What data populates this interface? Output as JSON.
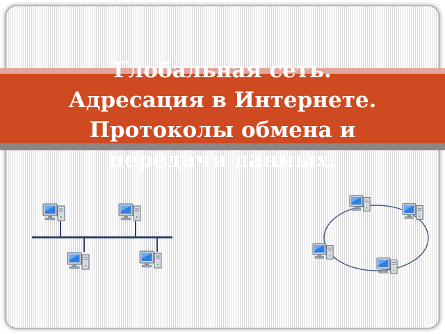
{
  "title": {
    "lines": [
      "Глобальная сеть.",
      "Адресация в Интернете.",
      "Протоколы обмена и",
      "передачи данных."
    ]
  },
  "colors": {
    "banner": "#cf4a21",
    "banner_top_band": "#e2a69c",
    "banner_bottom_band": "#8e8686",
    "bus_line": "#2f3f6b",
    "ring_line": "#4a5a80"
  },
  "diagrams": {
    "bus": {
      "topology": "bus",
      "computers": 4,
      "icon": "computer-icon"
    },
    "ring": {
      "topology": "ring",
      "computers": 4,
      "icon": "computer-icon"
    }
  }
}
